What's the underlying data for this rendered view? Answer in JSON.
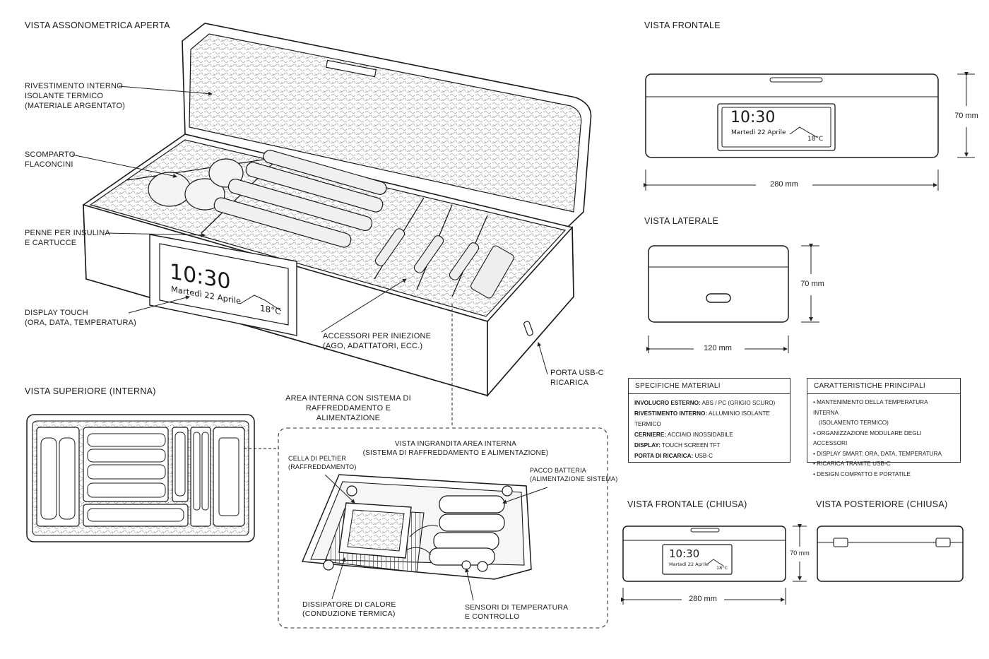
{
  "views": {
    "iso_open": "VISTA ASSONOMETRICA APERTA",
    "top_internal": "VISTA SUPERIORE (INTERNA)",
    "front": "VISTA FRONTALE",
    "side": "VISTA LATERALE",
    "front_closed": "VISTA FRONTALE (CHIUSA)",
    "rear_closed": "VISTA POSTERIORE (CHIUSA)"
  },
  "callouts": {
    "lining": [
      "RIVESTIMENTO INTERNO",
      "ISOLANTE TERMICO",
      "(MATERIALE ARGENTATO)"
    ],
    "vials": [
      "SCOMPARTO",
      "FLACONCINI"
    ],
    "pens": [
      "PENNE PER INSULINA",
      "E CARTUCCE"
    ],
    "display": [
      "DISPLAY TOUCH",
      "(ORA, DATA, TEMPERATURA)"
    ],
    "accessories": [
      "ACCESSORI PER INIEZIONE",
      "(AGO, ADATTATORI, ECC.)"
    ],
    "usb": [
      "PORTA USB-C",
      "RICARICA"
    ],
    "internal_area": [
      "AREA INTERNA CON SISTEMA DI",
      "RAFFREDDAMENTO E ALIMENTAZIONE"
    ]
  },
  "detail": {
    "title": "VISTA INGRANDITA AREA INTERNA",
    "subtitle": "(SISTEMA DI RAFFREDDAMENTO E ALIMENTAZIONE)",
    "peltier": [
      "CELLA DI PELTIER",
      "(RAFFREDDAMENTO)"
    ],
    "battery": [
      "PACCO BATTERIA",
      "(ALIMENTAZIONE SISTEMA)"
    ],
    "heatsink": [
      "DISSIPATORE DI CALORE",
      "(CONDUZIONE TERMICA)"
    ],
    "sensors": [
      "SENSORI DI TEMPERATURA",
      "E CONTROLLO"
    ]
  },
  "display_screen": {
    "time": "10:30",
    "date": "Martedì 22 Aprile",
    "temp": "18°C"
  },
  "dimensions": {
    "front_width": "280 mm",
    "front_height": "70 mm",
    "side_width": "120 mm",
    "side_height": "70 mm",
    "closed_width": "280 mm",
    "closed_height": "70 mm"
  },
  "materials": {
    "title": "SPECIFICHE MATERIALI",
    "items": [
      {
        "label": "INVOLUCRO ESTERNO:",
        "value": "ABS / PC (GRIGIO SCURO)"
      },
      {
        "label": "RIVESTIMENTO INTERNO:",
        "value": "ALLUMINIO ISOLANTE TERMICO"
      },
      {
        "label": "CERNIERE:",
        "value": "ACCIAIO INOSSIDABILE"
      },
      {
        "label": "DISPLAY:",
        "value": "TOUCH SCREEN TFT"
      },
      {
        "label": "PORTA DI RICARICA:",
        "value": "USB-C"
      }
    ]
  },
  "features": {
    "title": "CARATTERISTICHE PRINCIPALI",
    "items": [
      "• MANTENIMENTO DELLA TEMPERATURA INTERNA",
      "(ISOLAMENTO TERMICO)",
      "• ORGANIZZAZIONE MODULARE DEGLI ACCESSORI",
      "• DISPLAY SMART: ORA, DATA, TEMPERATURA",
      "• RICARICA TRAMITE USB-C",
      "• DESIGN COMPATTO E PORTATILE"
    ]
  }
}
